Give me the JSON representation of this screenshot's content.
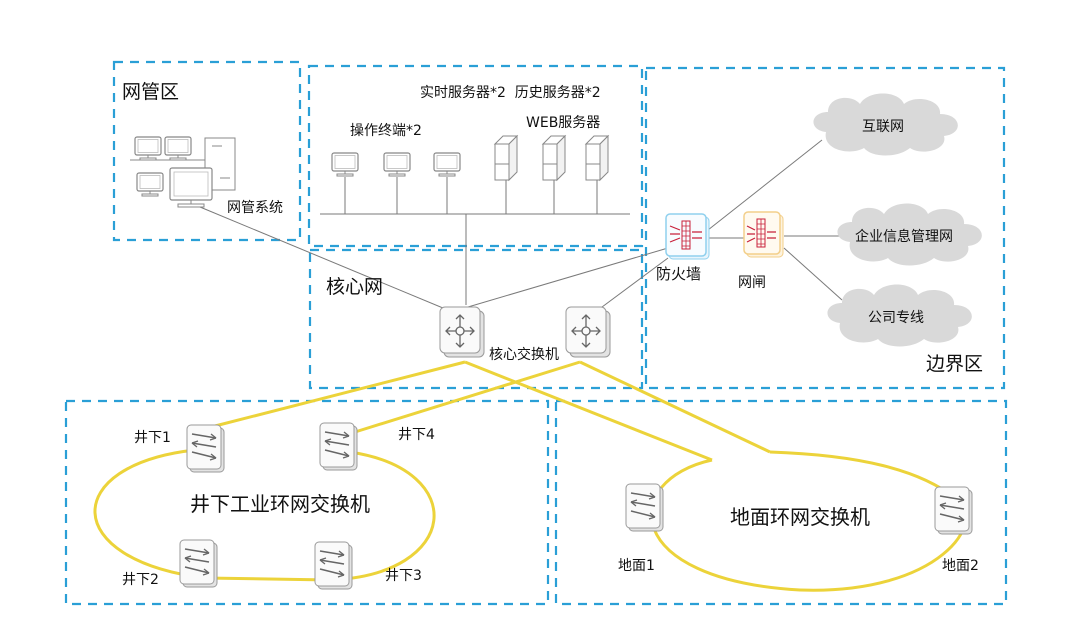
{
  "zones": {
    "nms": {
      "title": "网管区",
      "system_label": "网管系统"
    },
    "servers": {
      "realtime_history": "实时服务器*2  历史服务器*2",
      "terminals": "操作终端*2",
      "web": "WEB服务器"
    },
    "core": {
      "title": "核心网",
      "switch_label": "核心交换机"
    },
    "border": {
      "title": "边界区",
      "firewall_label": "防火墙",
      "gateway_label": "网闸",
      "clouds": [
        "互联网",
        "企业信息管理网",
        "公司专线"
      ]
    },
    "underground": {
      "ring_title": "井下工业环网交换机",
      "switches": [
        "井下1",
        "井下4",
        "井下2",
        "井下3"
      ]
    },
    "surface": {
      "ring_title": "地面环网交换机",
      "switches": [
        "地面1",
        "地面2"
      ]
    }
  },
  "colors": {
    "zone_border": "#2a9fd6",
    "ring": "#ecd33a",
    "line": "#7a7a7a",
    "cloud": "#d9d9d9",
    "firewall_accent": "#c8203a",
    "firewall_frame": "#8fd0ee",
    "gateway_frame": "#f3cf8a"
  }
}
